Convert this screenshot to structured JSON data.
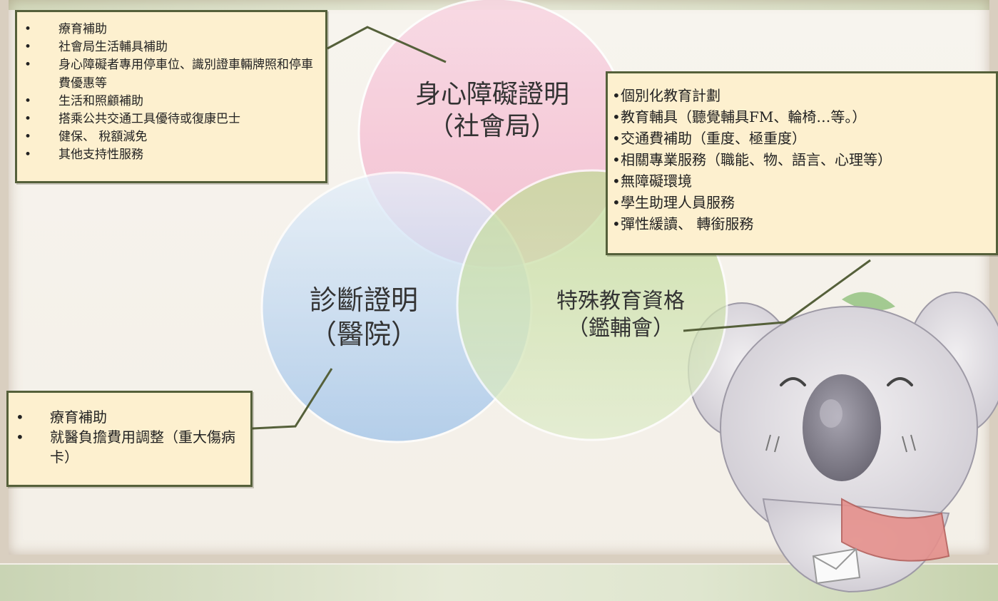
{
  "colors": {
    "circle_social": "#f6c2d6",
    "circle_hospital": "#a9c9ec",
    "circle_education": "#cfe2a6",
    "callout_fill": "#fdf0cf",
    "callout_border": "#55603a",
    "connector": "#55603a"
  },
  "circles": {
    "social": [
      "身心障礙證明",
      "（社會局）"
    ],
    "hospital": [
      "診斷證明",
      "（醫院）"
    ],
    "education": [
      "特殊教育資格",
      "（鑑輔會）"
    ]
  },
  "callouts": {
    "social": [
      "療育補助",
      "社會局生活輔具補助",
      "身心障礙者專用停車位、識別證車輛牌照和停車費優惠等",
      "生活和照顧補助",
      "搭乘公共交通工具優待或復康巴士",
      "健保、 稅額減免",
      "其他支持性服務"
    ],
    "hospital": [
      "療育補助",
      "就醫負擔費用調整（重大傷病卡）"
    ],
    "education": [
      "個別化教育計劃",
      "教育輔具（聽覺輔具FM、輪椅…等。）",
      "交通費補助（重度、極重度）",
      "相關專業服務（職能、物、語言、心理等）",
      "無障礙環境",
      "學生助理人員服務",
      "彈性緩讀、 轉銜服務"
    ]
  },
  "watermark": "",
  "icons": [
    "koala-mascot-illustration"
  ]
}
